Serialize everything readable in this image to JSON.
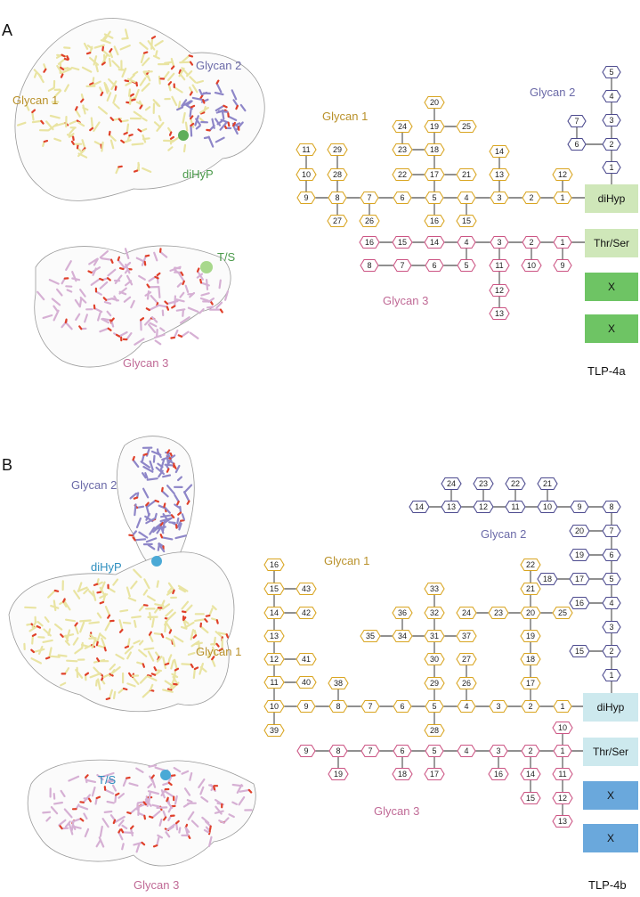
{
  "colors": {
    "glycan1": "#d9a521",
    "glycan2": "#4c4a8e",
    "glycan3": "#cc5584",
    "label1": "#b9912a",
    "label2": "#6b6aa8",
    "label3": "#c06a96",
    "labelGreen": "#4b9a4b",
    "labelBlue": "#2f8fbf",
    "boxA_light": "#cfe7b9",
    "boxA_dark": "#6ec464",
    "boxB_light": "#cde9ee",
    "boxB_dark": "#6aa8dc"
  },
  "panelA": {
    "letter": "A",
    "title": "TLP-4a",
    "density": {
      "glycan1": "Glycan 1",
      "glycan2": "Glycan 2",
      "dihyp": "diHyP",
      "ts": "T/S",
      "glycan3": "Glycan 3"
    },
    "schematic": {
      "glycan1": "Glycan 1",
      "glycan2": "Glycan 2",
      "glycan3": "Glycan 3"
    },
    "boxes": [
      "diHyp",
      "Thr/Ser",
      "X",
      "X"
    ]
  },
  "panelB": {
    "letter": "B",
    "title": "TLP-4b",
    "density": {
      "glycan2": "Glycan 2",
      "dihyp": "diHyP",
      "glycan1": "Glycan 1",
      "ts": "T/S",
      "glycan3": "Glycan 3"
    },
    "schematic": {
      "glycan1": "Glycan 1",
      "glycan2": "Glycan 2",
      "glycan3": "Glycan 3"
    },
    "boxes": [
      "diHyp",
      "Thr/Ser",
      "X",
      "X"
    ]
  }
}
